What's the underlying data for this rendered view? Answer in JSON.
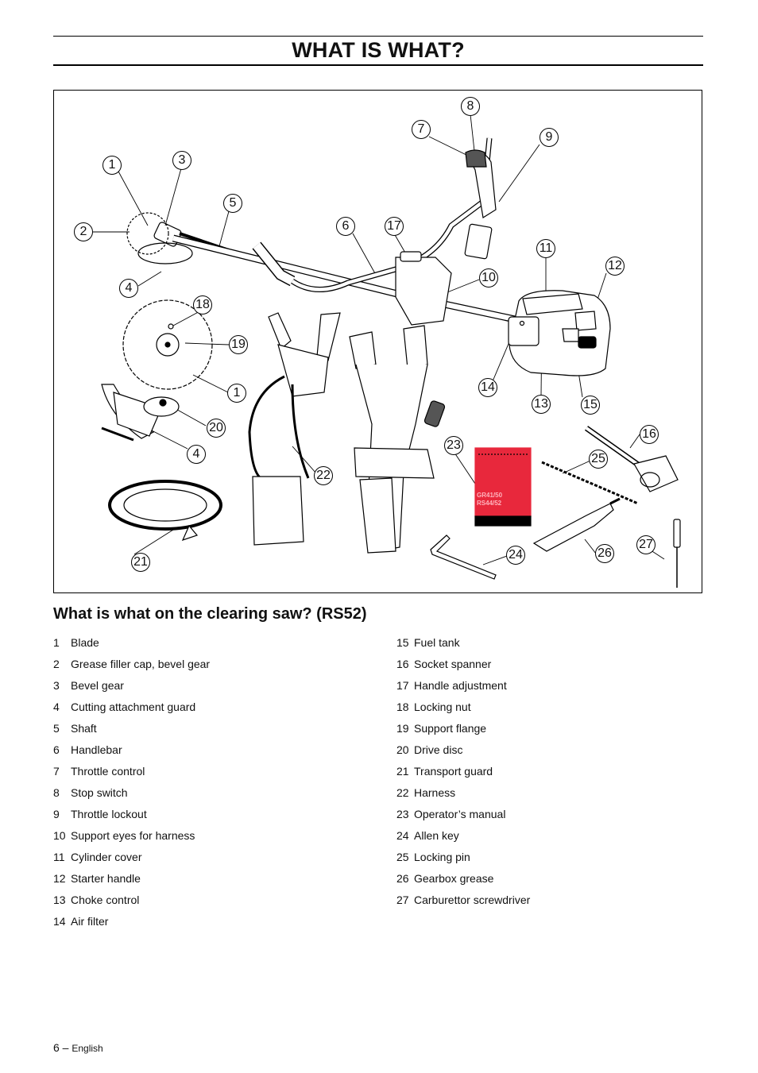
{
  "header": {
    "title": "WHAT IS WHAT?"
  },
  "figure": {
    "callouts": [
      "1",
      "2",
      "3",
      "4",
      "5",
      "6",
      "7",
      "8",
      "9",
      "10",
      "11",
      "12",
      "13",
      "14",
      "15",
      "16",
      "17",
      "18",
      "19",
      "1",
      "20",
      "4",
      "21",
      "22",
      "23",
      "24",
      "25",
      "26",
      "27"
    ],
    "manual_cover_text": [
      "GR41/50",
      "RS44/52"
    ],
    "colors": {
      "manual_cover": "#e8283c",
      "line_art": "#000000"
    }
  },
  "section": {
    "heading": "What is what on the clearing saw? (RS52)"
  },
  "parts_left": [
    {
      "num": "1",
      "label": "Blade"
    },
    {
      "num": "2",
      "label": "Grease filler cap, bevel gear"
    },
    {
      "num": "3",
      "label": "Bevel gear"
    },
    {
      "num": "4",
      "label": "Cutting attachment guard"
    },
    {
      "num": "5",
      "label": "Shaft"
    },
    {
      "num": "6",
      "label": "Handlebar"
    },
    {
      "num": "7",
      "label": "Throttle control"
    },
    {
      "num": "8",
      "label": "Stop switch"
    },
    {
      "num": "9",
      "label": "Throttle lockout"
    },
    {
      "num": "10",
      "label": "Support eyes for harness"
    },
    {
      "num": "11",
      "label": "Cylinder cover"
    },
    {
      "num": "12",
      "label": "Starter handle"
    },
    {
      "num": "13",
      "label": "Choke control"
    },
    {
      "num": "14",
      "label": "Air filter"
    }
  ],
  "parts_right": [
    {
      "num": "15",
      "label": "Fuel tank"
    },
    {
      "num": "16",
      "label": "Socket spanner"
    },
    {
      "num": "17",
      "label": "Handle adjustment"
    },
    {
      "num": "18",
      "label": "Locking nut"
    },
    {
      "num": "19",
      "label": "Support flange"
    },
    {
      "num": "20",
      "label": "Drive disc"
    },
    {
      "num": "21",
      "label": "Transport guard"
    },
    {
      "num": "22",
      "label": "Harness"
    },
    {
      "num": "23",
      "label": "Operator’s manual"
    },
    {
      "num": "24",
      "label": "Allen key"
    },
    {
      "num": "25",
      "label": "Locking pin"
    },
    {
      "num": "26",
      "label": "Gearbox grease"
    },
    {
      "num": "27",
      "label": "Carburettor screwdriver"
    }
  ],
  "footer": {
    "page_number": "6 –",
    "language": "English"
  }
}
